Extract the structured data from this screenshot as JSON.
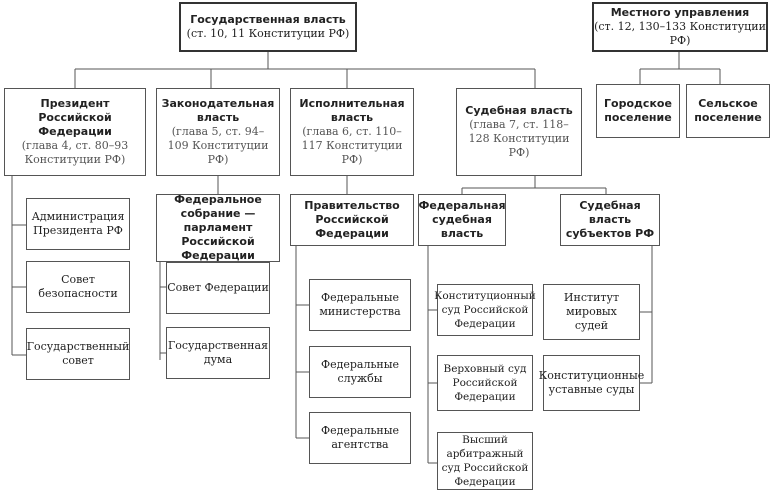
{
  "state": {
    "title": "Государственная власть",
    "ref": "(ст. 10, 11 Конституции РФ)"
  },
  "local": {
    "title": "Местного управления",
    "ref": "(ст. 12, 130–133 Конституции РФ)"
  },
  "local_children": [
    "Городское поселение",
    "Сельское поселение"
  ],
  "president": {
    "title": "Президент Российской Федерации",
    "ref": "(глава 4, ст. 80–93 Конституции РФ)"
  },
  "legislative": {
    "title": "Законодательная власть",
    "ref": "(глава 5, ст. 94–109 Конституции РФ)"
  },
  "executive": {
    "title": "Исполнительная власть",
    "ref": "(глава 6, ст. 110–117 Конституции РФ)"
  },
  "judicial": {
    "title": "Судебная власть",
    "ref": "(глава 7, ст. 118–128 Конституции РФ)"
  },
  "president_children": [
    "Администрация Президента РФ",
    "Совет безопасности",
    "Государственный совет"
  ],
  "assembly": "Федеральное собрание — парламент Российской Федерации",
  "assembly_children": [
    "Совет Федерации",
    "Государственная дума"
  ],
  "government": "Правительство Российской Федерации",
  "government_children": [
    "Федеральные министерства",
    "Федеральные службы",
    "Федеральные агентства"
  ],
  "federal_judicial": "Федеральная судебная власть",
  "federal_courts": [
    "Конституционный суд Российской Федерации",
    "Верховный суд Российской Федерации",
    "Высший арбитражный суд Российской Федерации"
  ],
  "subject_judicial": "Судебная власть субъектов РФ",
  "subject_courts": [
    "Институт мировых судей",
    "Конституционные уставные суды"
  ]
}
